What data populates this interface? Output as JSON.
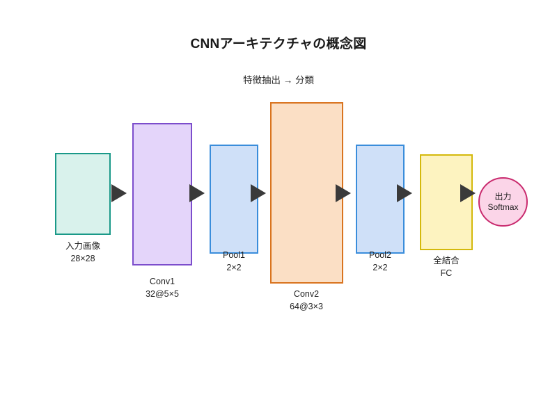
{
  "header": {
    "title": "CNNアーキテクチャの概念図",
    "subtitle": "特徴抽出 → 分類"
  },
  "diagram": {
    "type": "flow-diagram",
    "orientation": "left-to-right",
    "background": "#ffffff",
    "arrow_color": "#3a3a3a",
    "nodes": [
      {
        "id": "input",
        "shape": "rectangle",
        "label_line1": "入力画像",
        "label_line2": "28×28",
        "fill": "#d9f2ec",
        "stroke": "#1a9988"
      },
      {
        "id": "conv1",
        "shape": "rectangle",
        "label_line1": "Conv1",
        "label_line2": "32@5×5",
        "fill": "#e4d5fa",
        "stroke": "#7c4dcc"
      },
      {
        "id": "pool1",
        "shape": "rectangle",
        "label_line1": "Pool1",
        "label_line2": "2×2",
        "fill": "#cfe0f8",
        "stroke": "#3a8ddb"
      },
      {
        "id": "conv2",
        "shape": "rectangle",
        "label_line1": "Conv2",
        "label_line2": "64@3×3",
        "fill": "#fbdfc5",
        "stroke": "#d9741f"
      },
      {
        "id": "pool2",
        "shape": "rectangle",
        "label_line1": "Pool2",
        "label_line2": "2×2",
        "fill": "#cfe0f8",
        "stroke": "#3a8ddb"
      },
      {
        "id": "fc",
        "shape": "rectangle",
        "label_line1": "全結合",
        "label_line2": "FC",
        "fill": "#fdf3c0",
        "stroke": "#d4b90c"
      },
      {
        "id": "output",
        "shape": "circle",
        "label_line1": "出力",
        "label_line2": "Softmax",
        "fill": "#fbd5e8",
        "stroke": "#c92a6e"
      }
    ]
  }
}
